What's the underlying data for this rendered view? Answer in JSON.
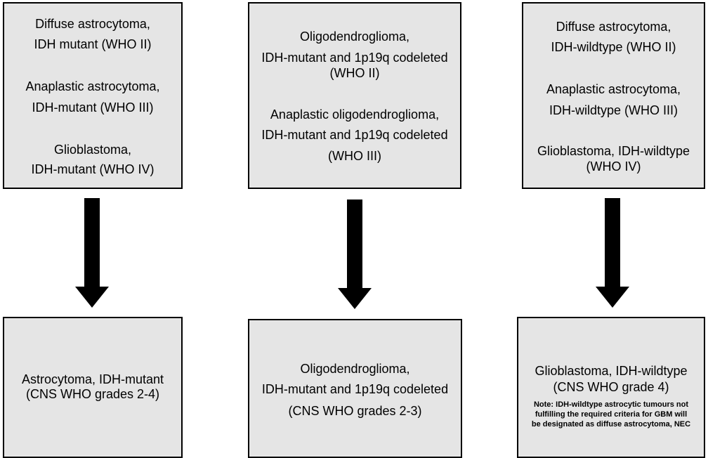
{
  "colors": {
    "box_fill": "#e5e5e5",
    "border": "#000000",
    "arrow": "#000000"
  },
  "top_boxes": [
    {
      "lines": [
        "Diffuse astrocytoma,",
        "IDH mutant (WHO II)",
        "Anaplastic astrocytoma,",
        "IDH-mutant (WHO III)",
        "Glioblastoma,",
        "IDH-mutant (WHO IV)"
      ]
    },
    {
      "lines": [
        "Oligodendroglioma,",
        "IDH-mutant and 1p19q codeleted",
        "(WHO II)",
        "Anaplastic oligodendroglioma,",
        "IDH-mutant and 1p19q codeleted",
        "(WHO III)"
      ]
    },
    {
      "lines": [
        "Diffuse astrocytoma,",
        "IDH-wildtype (WHO II)",
        "Anaplastic astrocytoma,",
        "IDH-wildtype (WHO III)",
        "Glioblastoma, IDH-wildtype",
        "(WHO IV)"
      ]
    }
  ],
  "bottom_boxes": [
    {
      "lines": [
        "Astrocytoma, IDH-mutant",
        "(CNS WHO grades 2-4)"
      ]
    },
    {
      "lines": [
        "Oligodendroglioma,",
        "IDH-mutant and 1p19q codeleted",
        "(CNS WHO grades 2-3)"
      ]
    },
    {
      "lines": [
        "Glioblastoma, IDH-wildtype",
        "(CNS WHO grade 4)"
      ],
      "note": [
        "Note: IDH-wildtype astrocytic tumours not",
        "fulfilling the required criteria for GBM will",
        "be designated as diffuse astrocytoma, NEC"
      ]
    }
  ]
}
